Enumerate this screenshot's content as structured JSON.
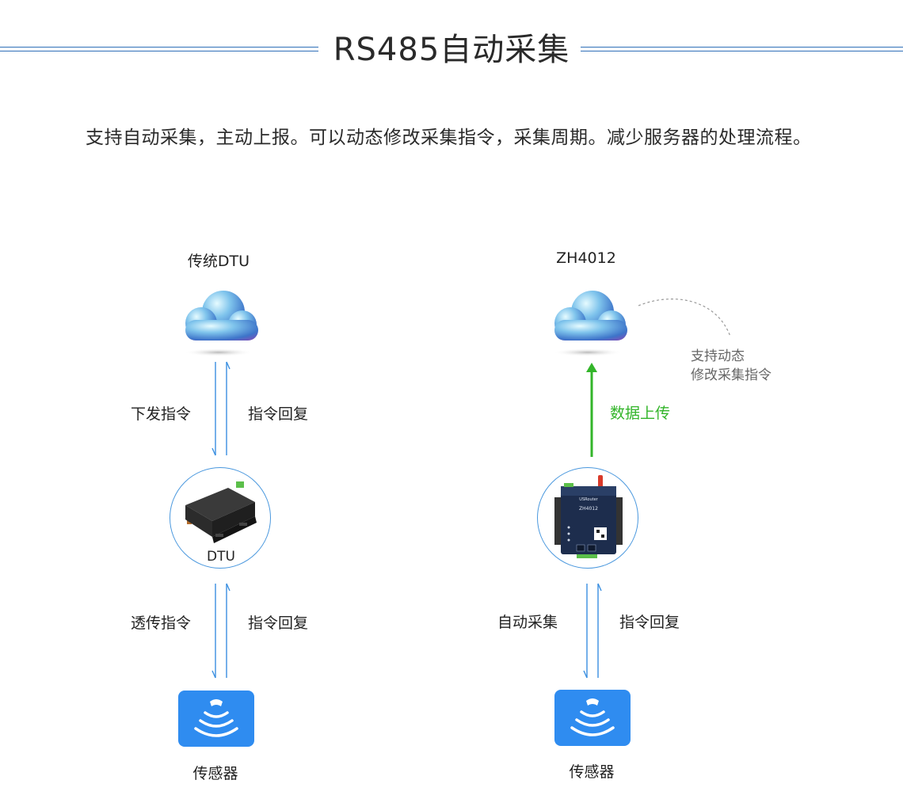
{
  "header": {
    "title": "RS485自动采集"
  },
  "intro": {
    "text": "支持自动采集，主动上报。可以动态修改采集指令，采集周期。减少服务器的处理流程。"
  },
  "left": {
    "title": "传统DTU",
    "down_label_1": "下发指令",
    "up_label_1": "指令回复",
    "device_label": "DTU",
    "down_label_2": "透传指令",
    "up_label_2": "指令回复",
    "sensor_label": "传感器"
  },
  "right": {
    "title": "ZH4012",
    "upload_label": "数据上传",
    "note_line1": "支持动态",
    "note_line2": "修改采集指令",
    "down_label": "自动采集",
    "up_label": "指令回复",
    "sensor_label": "传感器",
    "device_brand": "USRouter",
    "device_model": "ZH4012"
  },
  "colors": {
    "arrow": "#3a8fe0",
    "upload": "#33b52a",
    "title_line": "#2f6fb8",
    "sensor": "#2f8cf0"
  }
}
